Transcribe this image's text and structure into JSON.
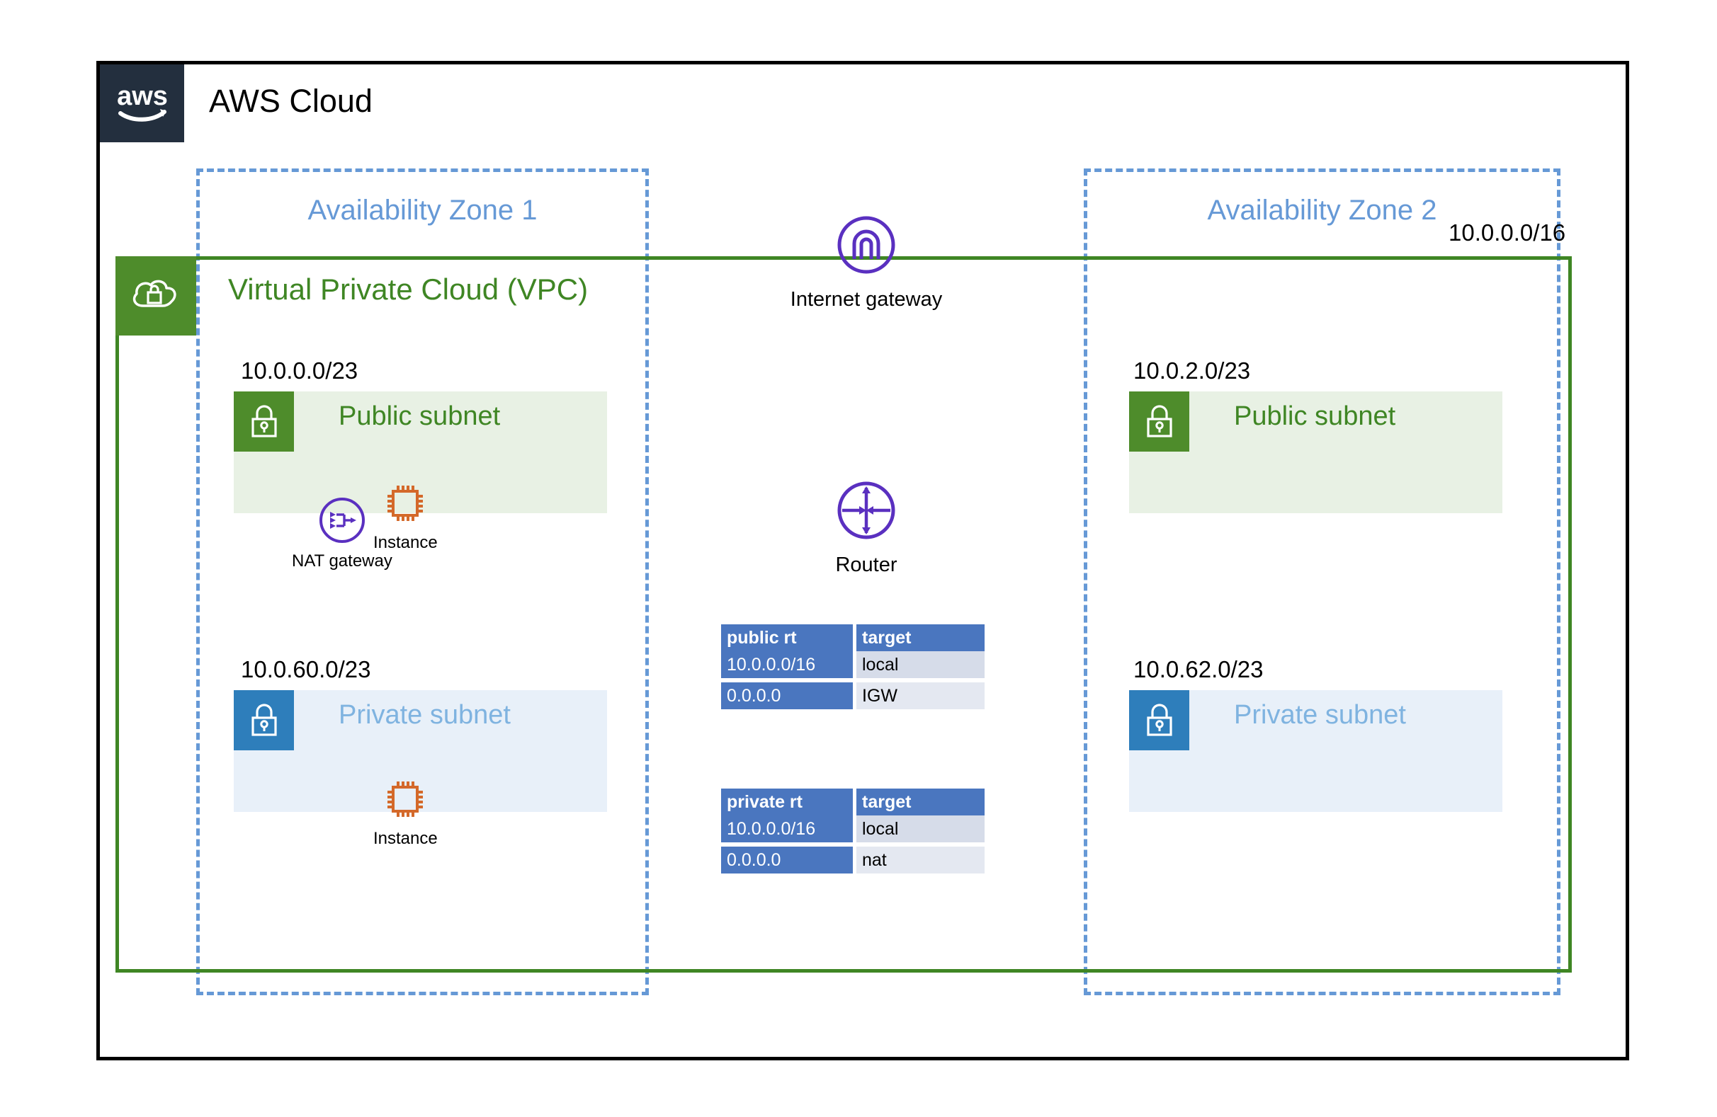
{
  "cloud": {
    "title": "AWS Cloud",
    "logo_icon": "aws-logo-icon"
  },
  "vpc": {
    "title": "Virtual Private Cloud (VPC)",
    "cidr": "10.0.0.0/16",
    "icon": "vpc-cloud-lock-icon",
    "border_color": "#3F8624",
    "badge_color": "#4E8C2B"
  },
  "availability_zones": [
    {
      "label": "Availability Zone 1",
      "subnets": [
        {
          "cidr": "10.0.0.0/23",
          "title": "Public subnet",
          "type": "public",
          "icon": "lock-icon",
          "fill_color": "#E8F1E4",
          "badge_color": "#4E8C2B",
          "title_color": "#3F8624",
          "resources": [
            {
              "label": "NAT gateway",
              "icon": "nat-gateway-icon",
              "color": "#5A30C0"
            },
            {
              "label": "Instance",
              "icon": "ec2-instance-icon",
              "color": "#D4692A"
            }
          ]
        },
        {
          "cidr": "10.0.60.0/23",
          "title": "Private subnet",
          "type": "private",
          "icon": "lock-icon",
          "fill_color": "#E8F0F9",
          "badge_color": "#2E7EBB",
          "title_color": "#7FB3E0",
          "resources": [
            {
              "label": "Instance",
              "icon": "ec2-instance-icon",
              "color": "#D4692A"
            }
          ]
        }
      ]
    },
    {
      "label": "Availability Zone 2",
      "subnets": [
        {
          "cidr": "10.0.2.0/23",
          "title": "Public subnet",
          "type": "public",
          "icon": "lock-icon",
          "fill_color": "#E8F1E4",
          "badge_color": "#4E8C2B",
          "title_color": "#3F8624",
          "resources": []
        },
        {
          "cidr": "10.0.62.0/23",
          "title": "Private subnet",
          "type": "private",
          "icon": "lock-icon",
          "fill_color": "#E8F0F9",
          "badge_color": "#2E7EBB",
          "title_color": "#7FB3E0",
          "resources": []
        }
      ]
    }
  ],
  "network_nodes": [
    {
      "label": "Internet gateway",
      "icon": "internet-gateway-icon",
      "color": "#5A30C0"
    },
    {
      "label": "Router",
      "icon": "router-icon",
      "color": "#5A30C0"
    }
  ],
  "route_tables": [
    {
      "name": "public-route-table",
      "headers": [
        "public rt",
        "target"
      ],
      "rows": [
        [
          "10.0.0.0/16",
          "local"
        ],
        [
          "0.0.0.0",
          "IGW"
        ]
      ]
    },
    {
      "name": "private-route-table",
      "headers": [
        "private rt",
        "target"
      ],
      "rows": [
        [
          "10.0.0.0/16",
          "local"
        ],
        [
          "0.0.0.0",
          "nat"
        ]
      ]
    }
  ],
  "colors": {
    "aws_navy": "#232F3E",
    "vpc_green": "#3F8624",
    "subnet_green": "#4E8C2B",
    "subnet_blue": "#2E7EBB",
    "az_blue": "#6699D6",
    "purple": "#5A30C0",
    "orange": "#D4692A",
    "table_blue": "#4A76BF"
  }
}
